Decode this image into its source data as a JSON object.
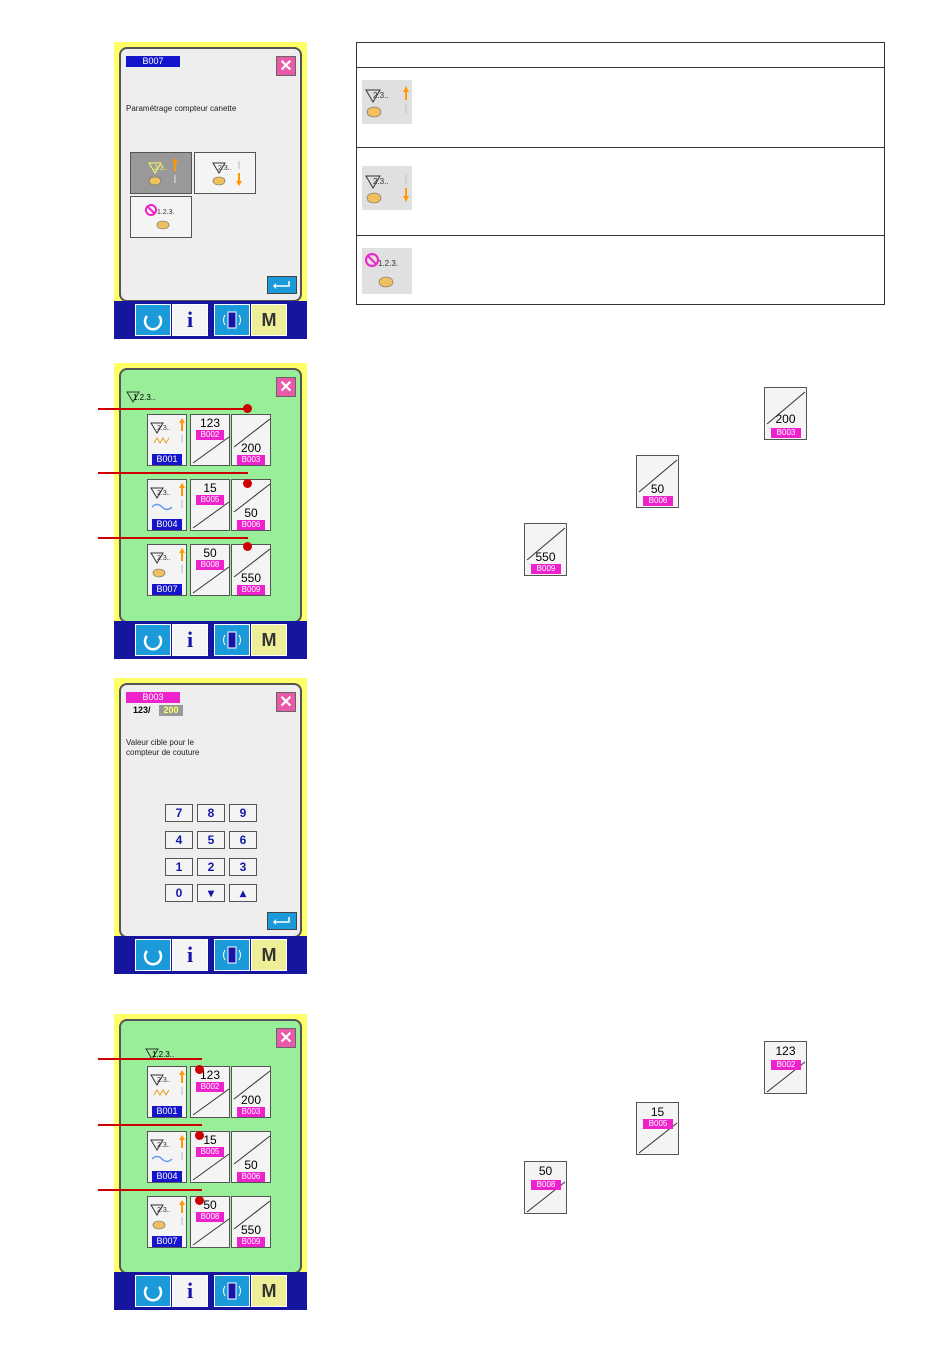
{
  "screen1": {
    "id": "B007",
    "title": "Paramétrage compteur canette",
    "icon_text": "1.2.3.."
  },
  "screen2": {
    "header_icon_text": "1.2.3..",
    "rows": [
      {
        "mode_id": "B001",
        "current": "123",
        "current_id": "B002",
        "target": "200",
        "target_id": "B003"
      },
      {
        "mode_id": "B004",
        "current": "15",
        "current_id": "B005",
        "target": "50",
        "target_id": "B006"
      },
      {
        "mode_id": "B007",
        "current": "50",
        "current_id": "B008",
        "target": "550",
        "target_id": "B009"
      }
    ]
  },
  "screen3": {
    "id": "B003",
    "current": "123/",
    "target": "200",
    "label_line1": "Valeur cible pour le",
    "label_line2": "compteur de couture",
    "keys": [
      "7",
      "8",
      "9",
      "4",
      "5",
      "6",
      "1",
      "2",
      "3",
      "0"
    ]
  },
  "right_buttons_targets": [
    {
      "value": "200",
      "id": "B003"
    },
    {
      "value": "50",
      "id": "B006"
    },
    {
      "value": "550",
      "id": "B009"
    }
  ],
  "right_buttons_current": [
    {
      "value": "123",
      "id": "B002"
    },
    {
      "value": "15",
      "id": "B005"
    },
    {
      "value": "50",
      "id": "B008"
    }
  ],
  "colors": {
    "frame": "#ffff66",
    "grey_screen": "#eeeeee",
    "green_screen": "#99ee99",
    "bar": "#1515a0",
    "magenta": "#ee22cc",
    "blue_tag": "#1515cc",
    "red": "#cc0000"
  }
}
